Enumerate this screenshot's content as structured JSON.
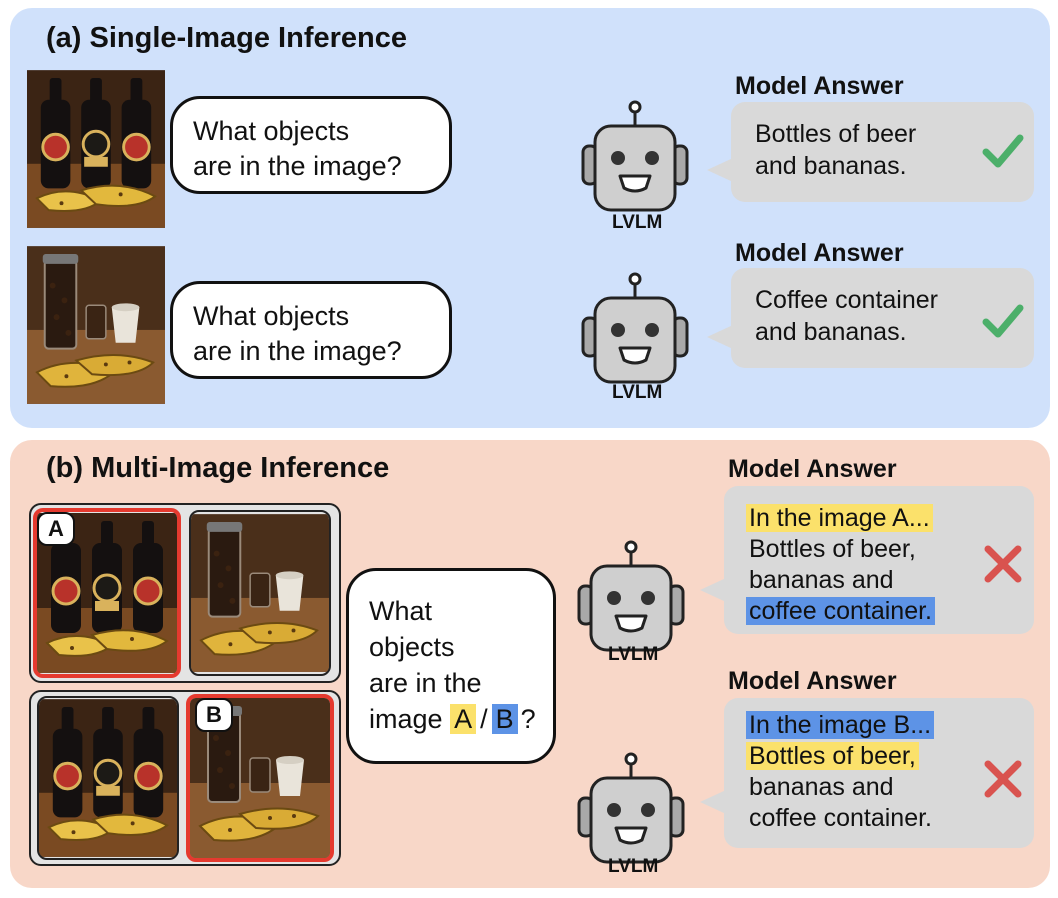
{
  "panel_a": {
    "title": "(a) Single-Image Inference",
    "rows": [
      {
        "question": [
          "What objects",
          "are in the image?"
        ],
        "answer_label": "Model Answer",
        "answer": [
          "Bottles of beer",
          "and bananas."
        ],
        "robot_label": "LVLM",
        "mark": "check"
      },
      {
        "question": [
          "What objects",
          "are in the image?"
        ],
        "answer_label": "Model Answer",
        "answer": [
          "Coffee container",
          "and bananas."
        ],
        "robot_label": "LVLM",
        "mark": "check"
      }
    ]
  },
  "panel_b": {
    "title": "(b) Multi-Image Inference",
    "badge_a": "A",
    "badge_b": "B",
    "question": {
      "l1": "What",
      "l2": "objects",
      "l3": "are in the",
      "l4_pre": "image",
      "opt_a": "A",
      "sep": "/",
      "opt_b": "B",
      "end": "?"
    },
    "answers": [
      {
        "label": "Model Answer",
        "l1": "In the image A...",
        "l2": "Bottles of beer,",
        "l3": "bananas and",
        "l4": "coffee container.",
        "robot_label": "LVLM",
        "mark": "cross"
      },
      {
        "label": "Model Answer",
        "l1": "In the image B...",
        "l2": "Bottles of beer,",
        "l3": "bananas and",
        "l4": "coffee container.",
        "robot_label": "LVLM",
        "mark": "cross"
      }
    ]
  },
  "colors": {
    "panel_a_bg": "#d0e1fb",
    "panel_b_bg": "#f8d7c8",
    "check": "#4caf6a",
    "cross": "#d9534f",
    "highlight_yellow": "#fbe16b",
    "highlight_blue": "#5d93e6",
    "selection_border": "#e53a2f"
  },
  "icons": {
    "robot": "robot-icon",
    "check": "check-icon",
    "cross": "cross-icon"
  }
}
